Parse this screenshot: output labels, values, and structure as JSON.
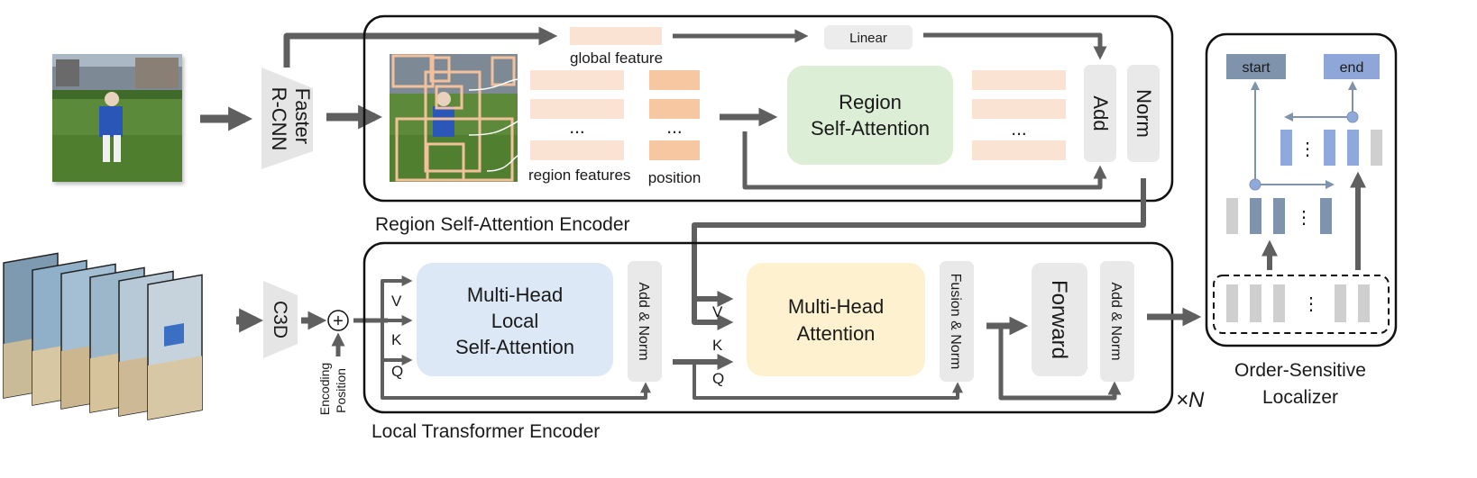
{
  "top_encoder": {
    "caption": "Region Self-Attention Encoder",
    "global_feature": "global feature",
    "linear": "Linear",
    "region_features": "region features",
    "position": "position",
    "ellipsis_features": "...",
    "ellipsis_position": "...",
    "ellipsis_output": "...",
    "rsa_line1": "Region",
    "rsa_line2": "Self-Attention",
    "add": "Add",
    "norm": "Norm"
  },
  "faster_rcnn": {
    "line1": "Faster",
    "line2": "R-CNN"
  },
  "bottom_encoder": {
    "caption": "Local Transformer Encoder",
    "c3d": "C3D",
    "plus": "+",
    "pos_enc_line1": "Position",
    "pos_enc_line2": "Encoding",
    "v1": "V",
    "k1": "K",
    "q1": "Q",
    "mhlsa_line1": "Multi-Head",
    "mhlsa_line2": "Local",
    "mhlsa_line3": "Self-Attention",
    "add_norm_1": "Add & Norm",
    "v2": "V",
    "k2": "K",
    "q2": "Q",
    "mha_line1": "Multi-Head",
    "mha_line2": "Attention",
    "fusion_norm": "Fusion & Norm",
    "forward": "Forward",
    "add_norm_2": "Add & Norm",
    "times_n": "×N"
  },
  "localizer": {
    "start": "start",
    "end": "end",
    "dots_top": "⋮",
    "dots_mid": "⋮",
    "dots_bottom": "⋮",
    "caption_line1": "Order-Sensitive",
    "caption_line2": "Localizer"
  },
  "colors": {
    "arrow": "#5f5f5f",
    "feature_light": "#fbe3d3",
    "feature_dark": "#f7c7a2",
    "rsa_fill": "#ddeed6",
    "mhlsa_fill": "#dce8f5",
    "mha_fill": "#fdf1cf",
    "gray_box": "#e9e9e9",
    "start_box": "#7f93ad",
    "end_box": "#8fa6d8",
    "bar_blue": "#8fa9dd",
    "bar_gray": "#cfcfcf",
    "bar_dark_blue": "#7f93ad"
  }
}
